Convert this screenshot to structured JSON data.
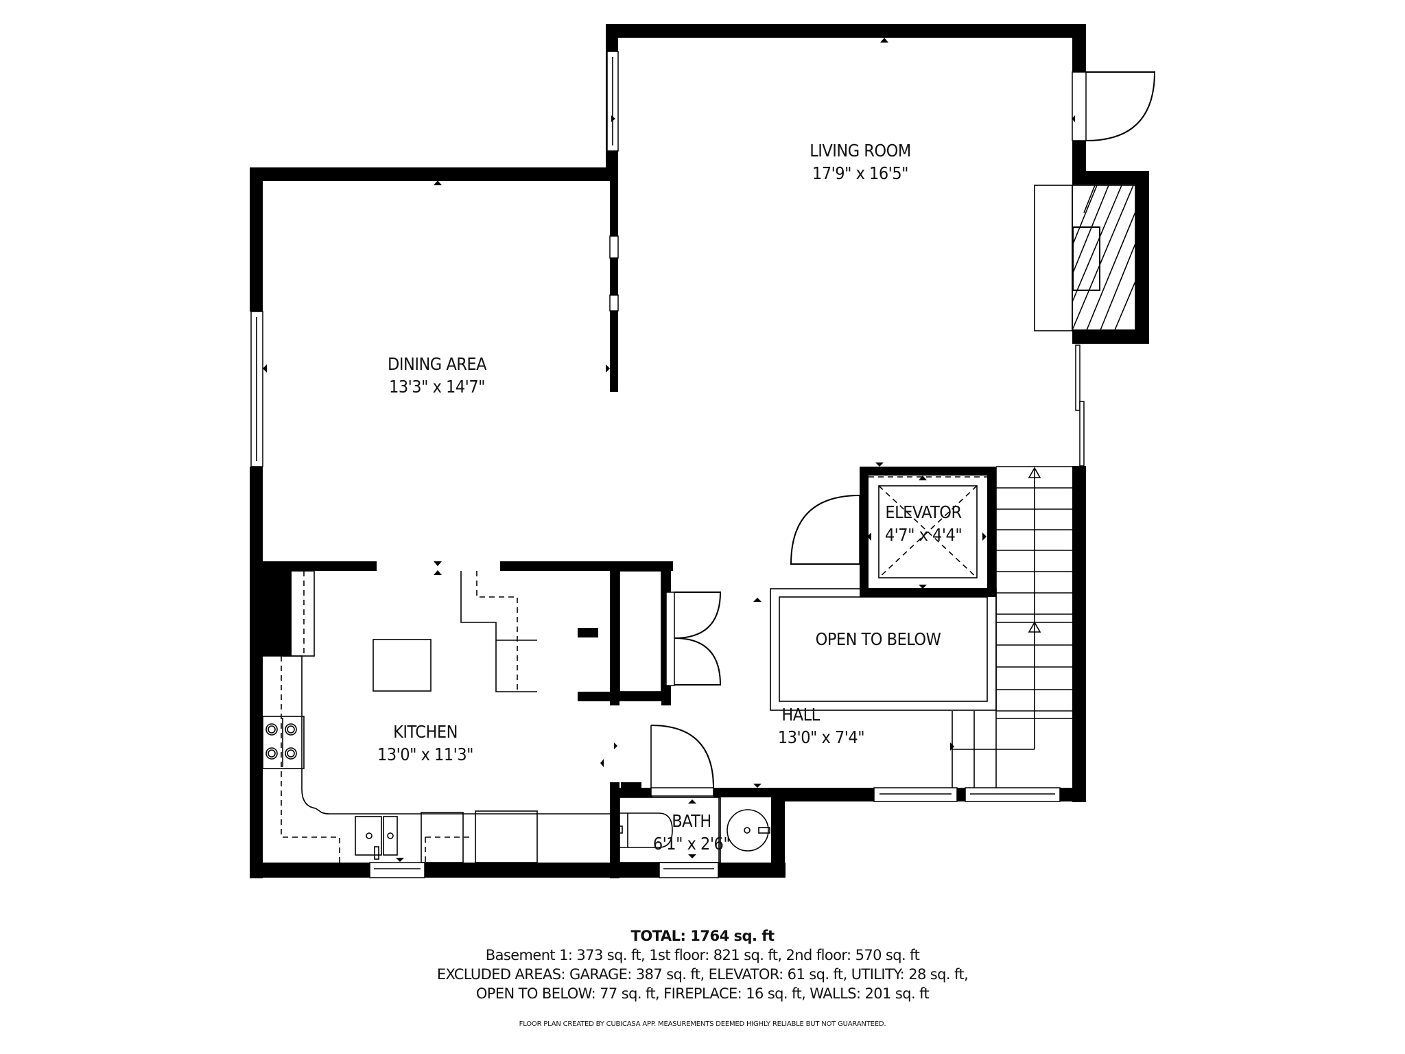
{
  "plan": {
    "rooms": [
      {
        "id": "living-room",
        "name": "LIVING ROOM",
        "dims": "17'9\" x 16'5\""
      },
      {
        "id": "dining-area",
        "name": "DINING AREA",
        "dims": "13'3\" x 14'7\""
      },
      {
        "id": "elevator",
        "name": "ELEVATOR",
        "dims": "4'7\" x 4'4\""
      },
      {
        "id": "open-to-below",
        "name": "OPEN TO BELOW",
        "dims": ""
      },
      {
        "id": "hall",
        "name": "HALL",
        "dims": "13'0\" x 7'4\""
      },
      {
        "id": "kitchen",
        "name": "KITCHEN",
        "dims": "13'0\" x 11'3\""
      },
      {
        "id": "bath",
        "name": "BATH",
        "dims": "6'1\" x 2'6\""
      }
    ],
    "colors": {
      "wall": "#000000",
      "background": "#ffffff",
      "text": "#111111"
    }
  },
  "footer": {
    "total": "TOTAL: 1764 sq. ft",
    "line1": "Basement 1: 373 sq. ft, 1st floor: 821 sq. ft, 2nd floor: 570 sq. ft",
    "line2": "EXCLUDED AREAS: GARAGE: 387 sq. ft, ELEVATOR: 61 sq. ft, UTILITY: 28 sq. ft,",
    "line3": "OPEN TO BELOW: 77 sq. ft, FIREPLACE: 16 sq. ft, WALLS: 201 sq. ft",
    "disclaimer": "FLOOR PLAN CREATED BY CUBICASA APP. MEASUREMENTS DEEMED HIGHLY RELIABLE BUT NOT GUARANTEED."
  }
}
